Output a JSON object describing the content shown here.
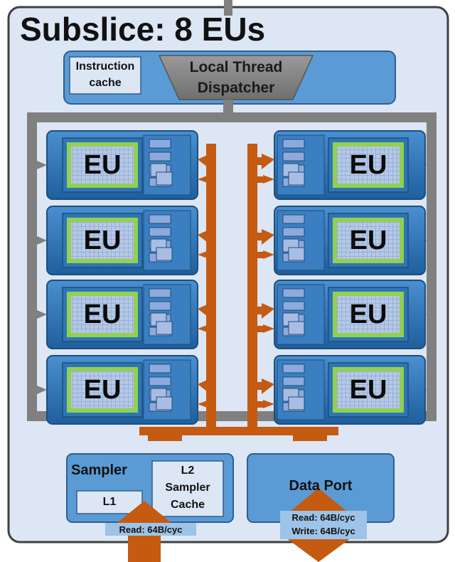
{
  "title": "Subslice: 8 EUs",
  "instruction_cache": {
    "line1": "Instruction",
    "line2": "cache"
  },
  "dispatcher": {
    "line1": "Local Thread",
    "line2": "Dispatcher"
  },
  "eu_label": "EU",
  "sampler": {
    "title": "Sampler",
    "l1": "L1",
    "l2_line1": "L2",
    "l2_line2": "Sampler",
    "l2_line3": "Cache",
    "bandwidth": "Read: 64B/cyc"
  },
  "data_port": {
    "title": "Data Port",
    "read": "Read: 64B/cyc",
    "write": "Write: 64B/cyc"
  },
  "colors": {
    "subslice_fill": "#dce6f4",
    "subslice_border": "#3f3f3f",
    "block_fill": "#5b9bd5",
    "eu_fill": "#2e75b6",
    "eu_dark": "#1f5a8c",
    "green": "#92d050",
    "orange": "#c55a11",
    "gray": "#808080",
    "register": "#8ea9db"
  }
}
